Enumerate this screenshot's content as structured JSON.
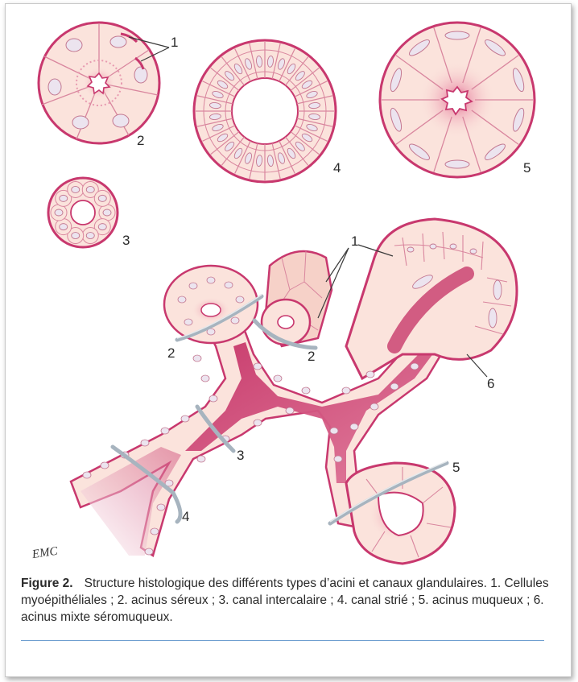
{
  "labels": {
    "l1_top": "1",
    "l2_top": "2",
    "l4": "4",
    "l5_top": "5",
    "l3_top": "3",
    "l1_mid": "1",
    "l2_left": "2",
    "l2_mid": "2",
    "l6": "6",
    "l3_duct": "3",
    "l4_duct": "4",
    "l5_bottom": "5"
  },
  "logo_text": "EMC",
  "caption": {
    "figure": "Figure 2.",
    "text": "Structure histologique des différents types d’acini et canaux glandulaires. 1. Cellules myoépithéliales ; 2. acinus séreux ; 3. canal intercalaire ; 4. canal strié ; 5. acinus muqueux ; 6. acinus mixte séromuqueux."
  },
  "colors": {
    "membrane": "#c8386e",
    "cell_fill": "#fbe3dc",
    "nucleus": "#ece4ef",
    "lumen_red": "#c42f64",
    "myo_band": "#a7b4bf",
    "rule": "#6e9fd0"
  }
}
